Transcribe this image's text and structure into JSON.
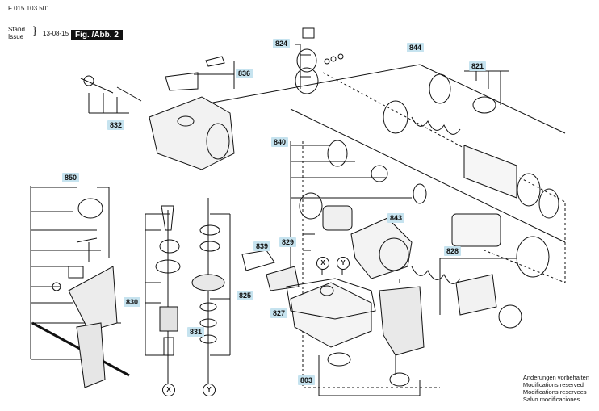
{
  "header": {
    "part_number": "F 015 103 501",
    "stand_label": "Stand",
    "issue_label": "Issue",
    "date": "13-08-15",
    "figure": "Fig. /Abb. 2"
  },
  "callouts": [
    "844",
    "824",
    "836",
    "821",
    "832",
    "840",
    "850",
    "843",
    "829",
    "828",
    "839",
    "830",
    "825",
    "827",
    "831",
    "803"
  ],
  "markers": [
    "X",
    "Y",
    "X",
    "Y"
  ],
  "notes": [
    "Änderungen vorbehalten",
    "Modifications reserved",
    "Modifications reservees",
    "Salvo modificaciones"
  ],
  "colors": {
    "callout_bg": "#c6e3ef",
    "line": "#111111"
  }
}
